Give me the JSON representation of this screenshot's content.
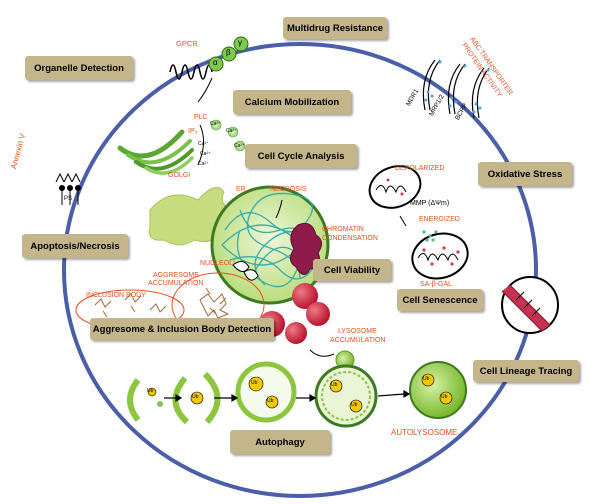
{
  "feature_boxes": {
    "multidrug_resistance": "Multidrug Resistance",
    "organelle_detection": "Organelle Detection",
    "calcium_mobilization": "Calcium Mobilization",
    "cell_cycle_analysis": "Cell Cycle Analysis",
    "oxidative_stress": "Oxidative Stress",
    "apoptosis_necrosis": "Apoptosis/Necrosis",
    "cell_viability": "Cell Viability",
    "cell_senescence": "Cell Senescence",
    "aggresome_inclusion": "Aggresome & Inclusion Body Detection",
    "cell_lineage_tracing": "Cell Lineage Tracing",
    "autophagy": "Autophagy"
  },
  "labels": {
    "gpcr": "GPCR",
    "alpha": "α",
    "beta": "β",
    "gamma": "γ",
    "plc": "PLC",
    "ip3": "IP₃",
    "ca": "Ca²⁺",
    "golgi": "GOLGI",
    "annexin": "Annexin V",
    "ps": "PS",
    "er": "ER",
    "necrosis": "NECROSIS",
    "chromatin_line1": "CHROMATIN",
    "chromatin_line2": "CONDENSATION",
    "nucleoli": "NUCLEOLI",
    "aggresome_line1": "AGGRESOME",
    "aggresome_line2": "ACCUMULATION",
    "inclusion_body": "INCLUSION BODY",
    "abc_line1": "ABC TRANSPORTER",
    "abc_line2": "PROTEIN ACTIVITY",
    "mdr1": "MDR1",
    "mrp": "MRP1/2",
    "bcrp": "BCRP",
    "depolarized": "DEPOLARIZED",
    "mmp": "MMP (ΔΨm)",
    "energized": "ENERGIZED",
    "sa_gal": "SA-β-GAL",
    "lysosome_line1": "LYSOSOME",
    "lysosome_line2": "ACCUMULATION",
    "autolysosome": "AUTOLYSOSOME",
    "ub": "Ub"
  },
  "colors": {
    "membrane": "#4a5fa8",
    "box_fill": "#c4b68a",
    "label_orange": "#e8501e",
    "golgi_green": "#5aa832",
    "er_green": "#c6dc7e",
    "nucleus_fill": "#d6eab0",
    "chromatin": "#2aa6a6",
    "lysosome_red": "#c8203a",
    "vesicle_green": "#8cc63f",
    "mito_red": "#d23c3c",
    "lineage_band": "#c83250"
  }
}
